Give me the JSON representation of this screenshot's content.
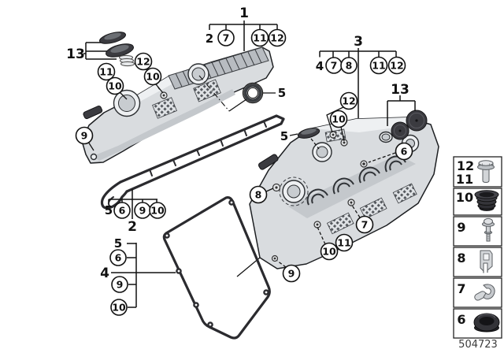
{
  "callouts": {
    "group1": {
      "main": "1",
      "subs": [
        "2",
        "7",
        "11",
        "12"
      ]
    },
    "group3": {
      "main": "3",
      "subs": [
        "4",
        "7",
        "8",
        "11",
        "12"
      ]
    },
    "group2": {
      "main": "2",
      "subs": [
        "5",
        "6",
        "9",
        "10"
      ]
    },
    "group4": {
      "main": "4",
      "subs": [
        "5",
        "6",
        "9",
        "10"
      ]
    },
    "cap13_left": "13",
    "cap13_right": "13",
    "left_bank": {
      "c11": "11",
      "c10_top": "10",
      "c12": "12",
      "c10_right": "10",
      "c9": "9",
      "c5_seal": "5"
    },
    "right_bank": {
      "c12": "12",
      "c10_top": "10",
      "c5_seal": "5",
      "c6": "6",
      "c8": "8",
      "c7": "7",
      "c10_bottom": "10",
      "c11": "11",
      "c9": "9"
    }
  },
  "legend": {
    "rows": [
      {
        "labels": [
          "12",
          "11"
        ],
        "icon": "shoulder-bolt"
      },
      {
        "labels": [
          "10"
        ],
        "icon": "rubber-grommet"
      },
      {
        "labels": [
          "9"
        ],
        "icon": "stud-bolt"
      },
      {
        "labels": [
          "8"
        ],
        "icon": "retaining-bracket"
      },
      {
        "labels": [
          "7"
        ],
        "icon": "spring-clip"
      },
      {
        "labels": [
          "6"
        ],
        "icon": "sealing-grommet"
      }
    ],
    "figure_number": "504723"
  },
  "colors": {
    "line": "#111111",
    "cover_fill": "#d9dcdf",
    "dark_part": "#3b3b40",
    "gasket": "#2b2b2f",
    "background": "#ffffff"
  }
}
